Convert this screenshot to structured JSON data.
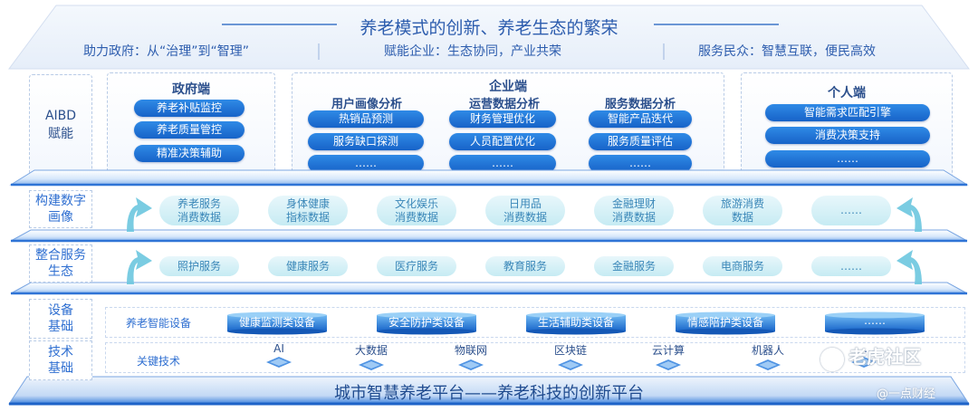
{
  "roof": {
    "title": "养老模式的创新、养老生态的繁荣",
    "subtitles": [
      "助力政府：从“治理”到“智理”",
      "赋能企业：生态协同，产业共荣",
      "服务民众：智慧互联，便民高效"
    ]
  },
  "aibd": {
    "label_line1": "AIBD",
    "label_line2": "赋能"
  },
  "government": {
    "title": "政府端",
    "items": [
      "养老补贴监控",
      "养老质量管控",
      "精准决策辅助"
    ],
    "more": "……"
  },
  "enterprise": {
    "title": "企业端",
    "columns": [
      {
        "heading": "用户画像分析",
        "items": [
          "热销品预测",
          "服务缺口探测",
          "……"
        ]
      },
      {
        "heading": "运营数据分析",
        "items": [
          "财务管理优化",
          "人员配置优化",
          "……"
        ]
      },
      {
        "heading": "服务数据分析",
        "items": [
          "智能产品迭代",
          "服务质量评估",
          "……"
        ]
      }
    ]
  },
  "personal": {
    "title": "个人端",
    "items": [
      "智能需求匹配引擎",
      "消费决策支持",
      "……"
    ]
  },
  "portrait_layer": {
    "label_line1": "构建数字",
    "label_line2": "画像",
    "items": [
      [
        "养老服务",
        "消费数据"
      ],
      [
        "身体健康",
        "指标数据"
      ],
      [
        "文化娱乐",
        "消费数据"
      ],
      [
        "日用品",
        "消费数据"
      ],
      [
        "金融理财",
        "消费数据"
      ],
      [
        "旅游消费",
        "数据"
      ],
      [
        "……",
        ""
      ]
    ]
  },
  "service_layer": {
    "label_line1": "整合服务",
    "label_line2": "生态",
    "items": [
      "照护服务",
      "健康服务",
      "医疗服务",
      "教育服务",
      "金融服务",
      "电商服务",
      "……"
    ]
  },
  "equipment": {
    "label_line1": "设备",
    "label_line2": "基础",
    "row_label": "养老智能设备",
    "items": [
      "健康监测类设备",
      "安全防护类设备",
      "生活辅助类设备",
      "情感陪护类设备",
      "……"
    ]
  },
  "tech": {
    "label_line1": "技术",
    "label_line2": "基础",
    "row_label": "关键技术",
    "items": [
      "AI",
      "大数据",
      "物联网",
      "区块链",
      "云计算",
      "机器人",
      "……"
    ]
  },
  "base": {
    "title": "城市智慧养老平台——养老科技的创新平台"
  },
  "watermark": {
    "main": "老虎社区",
    "sub": "@一点财经"
  },
  "colors": {
    "primary_blue": "#1763c8",
    "light_teal": "#c6ebf3",
    "text_blue": "#2d5dae"
  }
}
